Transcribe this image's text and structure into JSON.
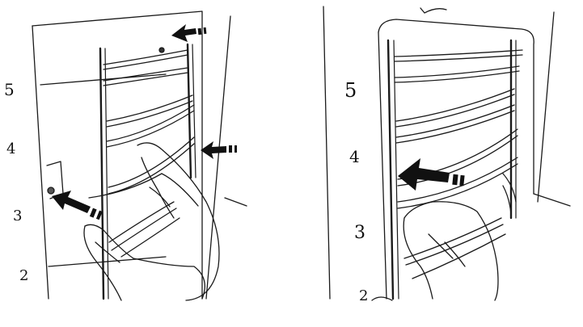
{
  "figure": {
    "panels": [
      {
        "id": "left",
        "level_labels": [
          "5",
          "4",
          "3",
          "2"
        ],
        "arrows": 3
      },
      {
        "id": "right",
        "level_labels": [
          "5",
          "4",
          "3",
          "2"
        ],
        "arrows": 1
      }
    ]
  },
  "colors": {
    "line": "#1a1a1a",
    "arrow": "#111111",
    "background": "#ffffff"
  }
}
